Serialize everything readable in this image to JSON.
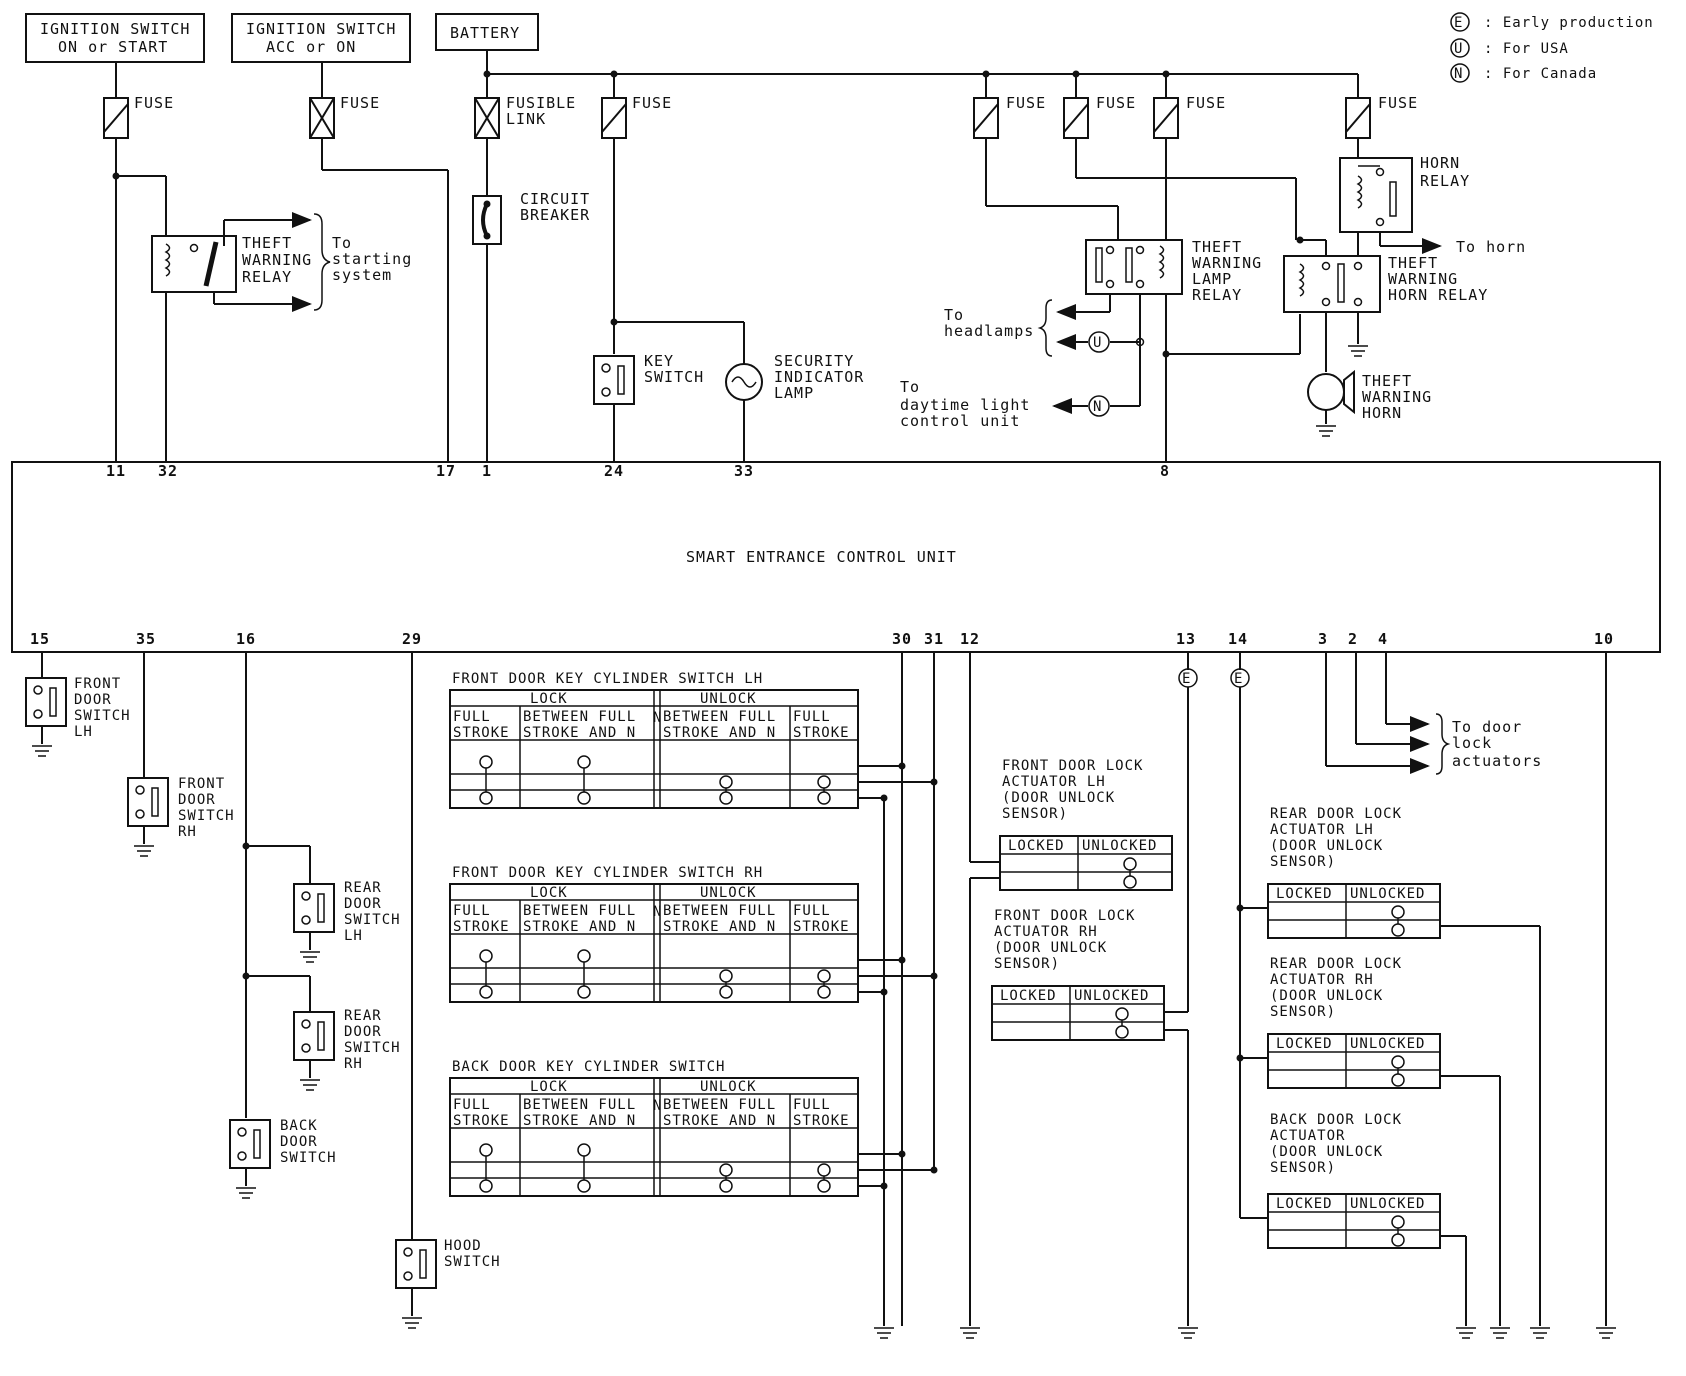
{
  "legend": [
    {
      "sym": "E",
      "text": ": Early production"
    },
    {
      "sym": "U",
      "text": ": For USA"
    },
    {
      "sym": "N",
      "text": ": For Canada"
    }
  ],
  "sources": {
    "ign_on_start": [
      "IGNITION SWITCH",
      "ON or START"
    ],
    "ign_acc_on": [
      "IGNITION SWITCH",
      "ACC or ON"
    ],
    "battery": "BATTERY"
  },
  "fuse": "FUSE",
  "fusible_link": [
    "FUSIBLE",
    "LINK"
  ],
  "circuit_breaker": [
    "CIRCUIT",
    "BREAKER"
  ],
  "theft_warning_relay": [
    "THEFT",
    "WARNING",
    "RELAY"
  ],
  "to_starting_system": [
    "To",
    "starting",
    "system"
  ],
  "key_switch": [
    "KEY",
    "SWITCH"
  ],
  "security_lamp": [
    "SECURITY",
    "INDICATOR",
    "LAMP"
  ],
  "tw_lamp_relay": [
    "THEFT",
    "WARNING",
    "LAMP",
    "RELAY"
  ],
  "to_headlamps": [
    "To",
    "headlamps"
  ],
  "to_drl": [
    "To",
    "daytime light",
    "control unit"
  ],
  "horn_relay": [
    "HORN",
    "RELAY"
  ],
  "to_horn": "To horn",
  "tw_horn_relay": [
    "THEFT",
    "WARNING",
    "HORN RELAY"
  ],
  "tw_horn": [
    "THEFT",
    "WARNING",
    "HORN"
  ],
  "unit_title": "SMART ENTRANCE CONTROL UNIT",
  "pins_top": [
    "11",
    "32",
    "17",
    "1",
    "24",
    "33",
    "8"
  ],
  "pins_bottom": [
    "15",
    "35",
    "16",
    "29",
    "30",
    "31",
    "12",
    "13",
    "14",
    "3",
    "2",
    "4",
    "10"
  ],
  "front_door_switch_lh": [
    "FRONT",
    "DOOR",
    "SWITCH",
    "LH"
  ],
  "front_door_switch_rh": [
    "FRONT",
    "DOOR",
    "SWITCH",
    "RH"
  ],
  "rear_door_switch_lh": [
    "REAR",
    "DOOR",
    "SWITCH",
    "LH"
  ],
  "rear_door_switch_rh": [
    "REAR",
    "DOOR",
    "SWITCH",
    "RH"
  ],
  "back_door_switch": [
    "BACK",
    "DOOR",
    "SWITCH"
  ],
  "hood_switch": [
    "HOOD",
    "SWITCH"
  ],
  "key_cylinder_tables": [
    {
      "title": "FRONT DOOR KEY CYLINDER SWITCH LH"
    },
    {
      "title": "FRONT DOOR KEY CYLINDER SWITCH RH"
    },
    {
      "title": "BACK DOOR KEY CYLINDER SWITCH"
    }
  ],
  "kc_headers": {
    "lock": "LOCK",
    "unlock": "UNLOCK",
    "n": "N",
    "full_stroke": [
      "FULL",
      "STROKE"
    ],
    "between_lock": [
      "BETWEEN FULL",
      "STROKE AND N"
    ],
    "between_unlock": [
      "BETWEEN FULL",
      "STROKE AND N"
    ]
  },
  "actuators": [
    {
      "label": [
        "FRONT DOOR LOCK",
        "ACTUATOR LH",
        "(DOOR UNLOCK",
        "SENSOR)"
      ]
    },
    {
      "label": [
        "FRONT DOOR LOCK",
        "ACTUATOR RH",
        "(DOOR UNLOCK",
        "SENSOR)"
      ]
    },
    {
      "label": [
        "REAR DOOR LOCK",
        "ACTUATOR LH",
        "(DOOR UNLOCK",
        "SENSOR)"
      ]
    },
    {
      "label": [
        "REAR DOOR LOCK",
        "ACTUATOR RH",
        "(DOOR UNLOCK",
        "SENSOR)"
      ]
    },
    {
      "label": [
        "BACK DOOR LOCK",
        "ACTUATOR",
        "(DOOR UNLOCK",
        "SENSOR)"
      ]
    }
  ],
  "act_headers": {
    "locked": "LOCKED",
    "unlocked": "UNLOCKED"
  },
  "to_door_actuators": [
    "To door",
    "lock",
    "actuators"
  ]
}
